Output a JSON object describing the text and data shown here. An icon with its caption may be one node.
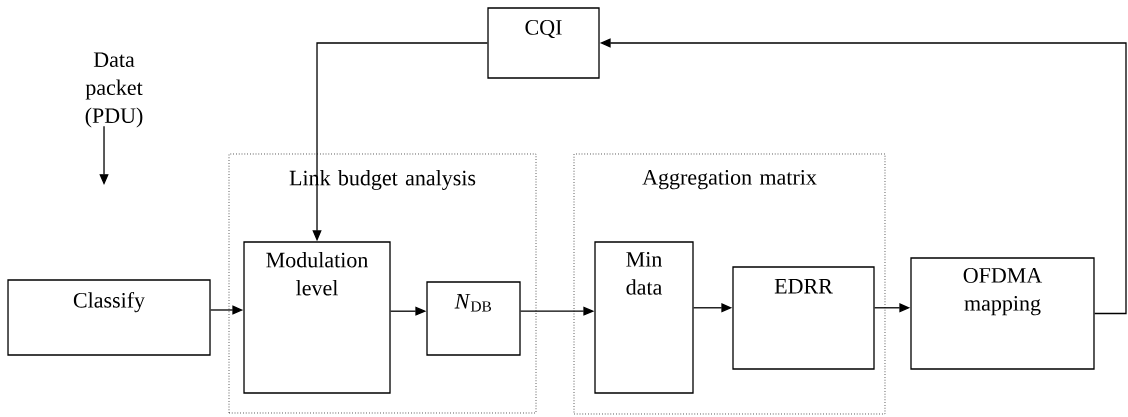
{
  "diagram": {
    "nodes": [
      {
        "text": [
          "Link budget analysis"
        ]
      },
      {
        "text": [
          "Aggregation matrix"
        ]
      },
      {
        "text": [
          "CQI"
        ]
      },
      {
        "text": [
          "Data packet (PDU)"
        ]
      },
      {
        "text": [
          "Classify"
        ]
      },
      {
        "text": [
          "Modulation level"
        ],
        "in": 0
      },
      {
        "text": [
          "*N*$_{DB}$"
        ],
        "in": 0
      },
      {
        "text": [
          "Min data"
        ],
        "in": 1
      },
      {
        "text": [
          "EDRR"
        ],
        "in": 1
      },
      {
        "text": [
          "OFDMA mapping"
        ]
      }
    ],
    "edges": [
      {
        "from": 9,
        "to": 2,
        "arrow": "to"
      },
      {
        "from": 2,
        "to": 5,
        "arrow": "to"
      },
      {
        "from": 3,
        "to": null,
        "arrow": "to"
      },
      {
        "from": 4,
        "to": 5,
        "arrow": "to"
      },
      {
        "from": 5,
        "to": 6,
        "arrow": "to"
      },
      {
        "from": 6,
        "to": 7,
        "arrow": "to"
      },
      {
        "from": 7,
        "to": 8,
        "arrow": "to"
      },
      {
        "from": 8,
        "to": 9,
        "arrow": "to"
      }
    ]
  }
}
